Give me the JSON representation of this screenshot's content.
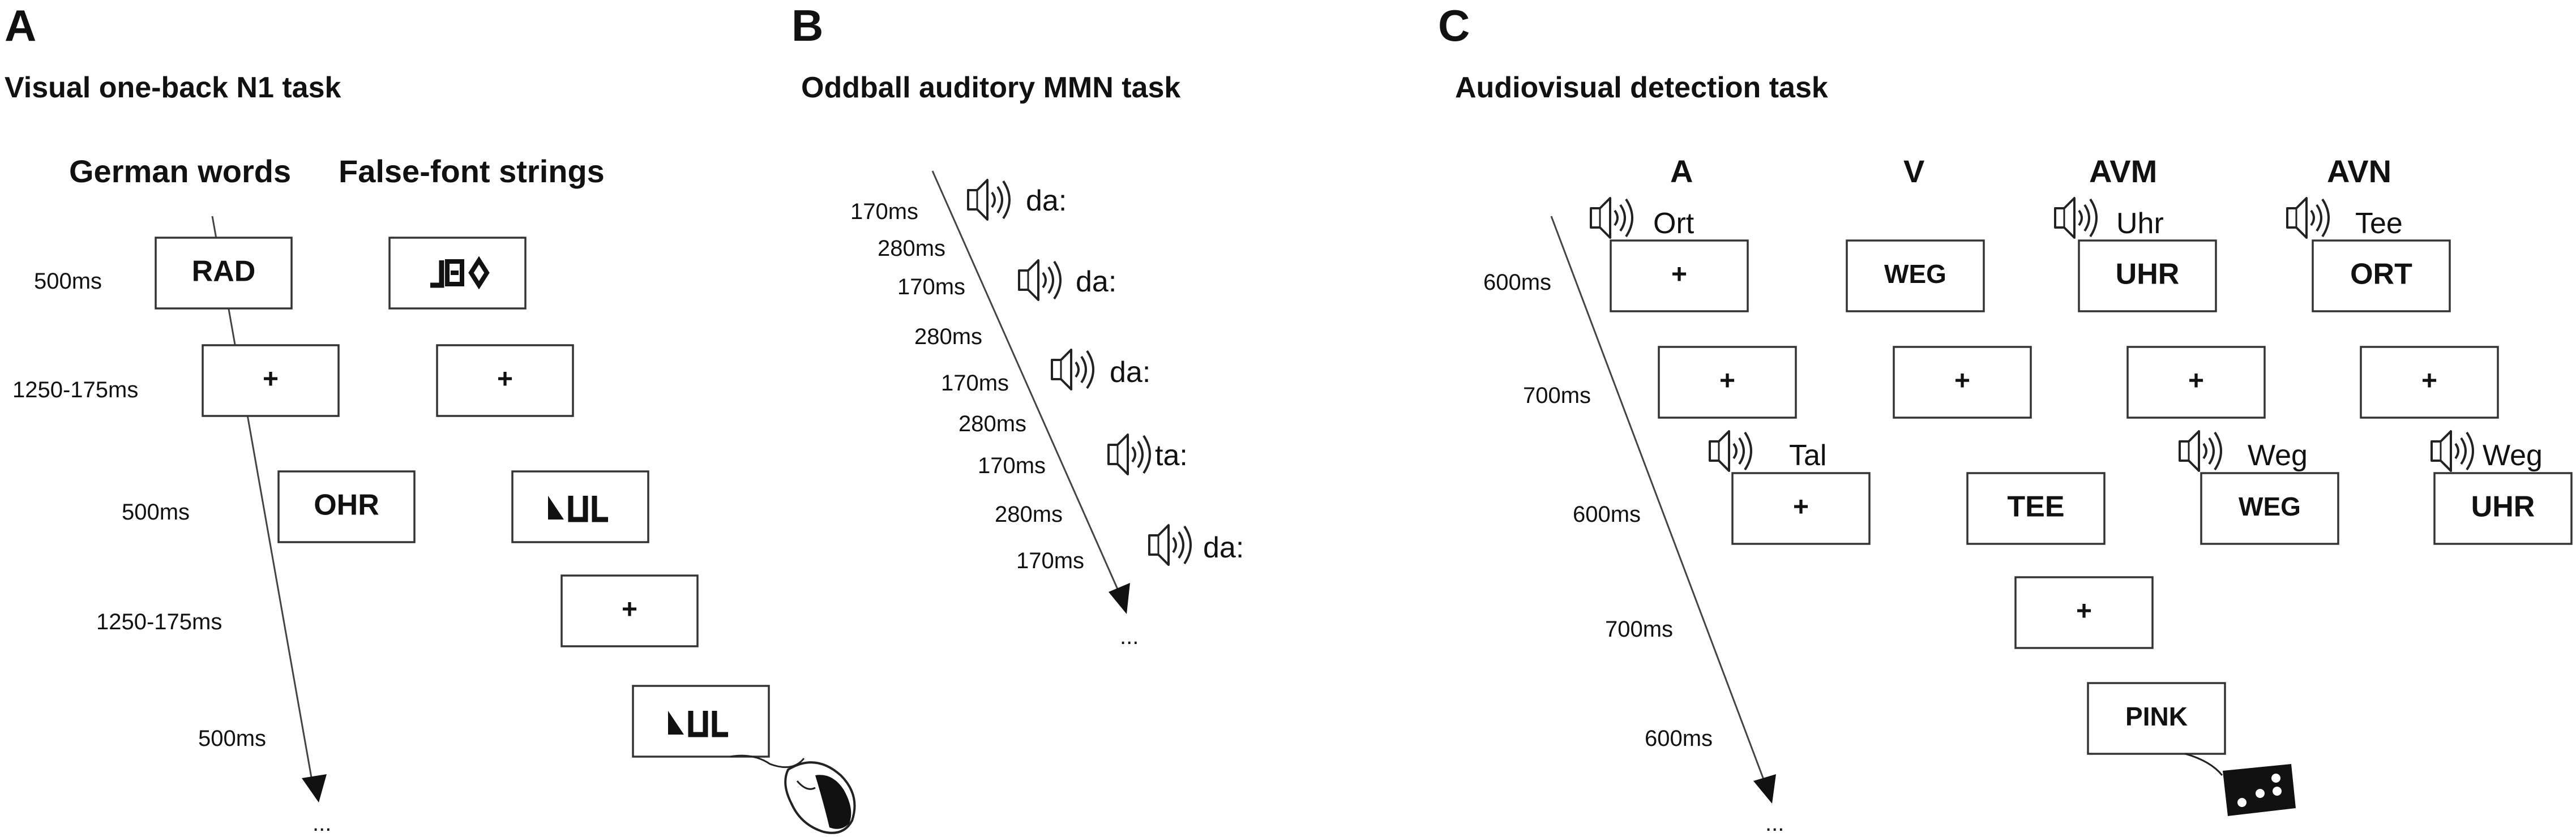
{
  "panels": {
    "a": {
      "letter": "A",
      "title": "Visual one-back N1 task",
      "col_german": "German words",
      "col_falsefont": "False-font strings",
      "timings": [
        "500ms",
        "1250-175ms",
        "500ms",
        "1250-175ms",
        "500ms"
      ],
      "german_words": [
        "RAD",
        "+",
        "OHR"
      ],
      "falsefont_cross_1": "+",
      "falsefont_cross_2": "+",
      "ellipsis": "..."
    },
    "b": {
      "letter": "B",
      "title": "Oddball auditory MMN task",
      "timings": [
        "170ms",
        "280ms",
        "170ms",
        "280ms",
        "170ms",
        "280ms",
        "170ms",
        "280ms",
        "170ms"
      ],
      "sounds": [
        "da:",
        "da:",
        "da:",
        "ta:",
        "da:"
      ],
      "ellipsis": "..."
    },
    "c": {
      "letter": "C",
      "title": "Audiovisual detection task",
      "col_headers": [
        "A",
        "V",
        "AVM",
        "AVN"
      ],
      "timings": [
        "600ms",
        "700ms",
        "600ms",
        "700ms",
        "600ms"
      ],
      "row1_sounds": [
        "Ort",
        "Uhr",
        "Tee"
      ],
      "row1_boxes": [
        "+",
        "WEG",
        "UHR",
        "ORT"
      ],
      "row2_boxes": [
        "+",
        "+",
        "+",
        "+"
      ],
      "row3_sounds": [
        "Tal",
        "Weg",
        "Weg"
      ],
      "row3_boxes": [
        "+",
        "TEE",
        "WEG",
        "UHR"
      ],
      "row4_box": "+",
      "row5_box": "PINK",
      "ellipsis": "..."
    }
  },
  "icons": {
    "speaker": "speaker-icon",
    "mouse": "computer-mouse-icon",
    "gamepad": "response-pad-icon"
  }
}
